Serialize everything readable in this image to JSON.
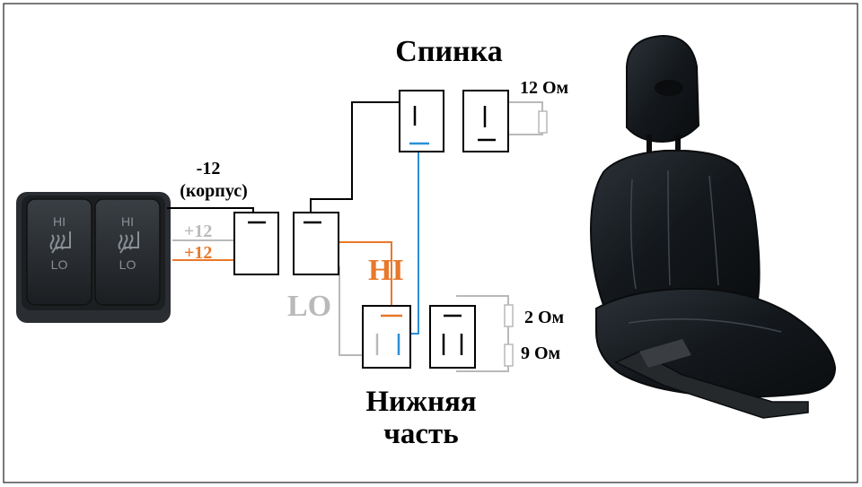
{
  "titles": {
    "back": "Спинка",
    "bottom_line1": "Нижняя",
    "bottom_line2": "часть"
  },
  "labels": {
    "ground_line1": "-12",
    "ground_line2": "(корпус)",
    "plus12_gray": "+12",
    "plus12_orange": "+12",
    "hi": "HI",
    "lo": "LO",
    "r_back": "12 Ом",
    "r_bottom_top": "2 Ом",
    "r_bottom_bottom": "9 Ом"
  },
  "switch": {
    "left_hi": "HI",
    "left_lo": "LO",
    "right_hi": "HI",
    "right_lo": "LO"
  },
  "colors": {
    "black_wire": "#000000",
    "gray_wire": "#b9b9b9",
    "orange_wire": "#e8782a",
    "blue_wire": "#2a8fd6",
    "switch_body": "#1e2124",
    "seat_leather": "#15191d"
  }
}
